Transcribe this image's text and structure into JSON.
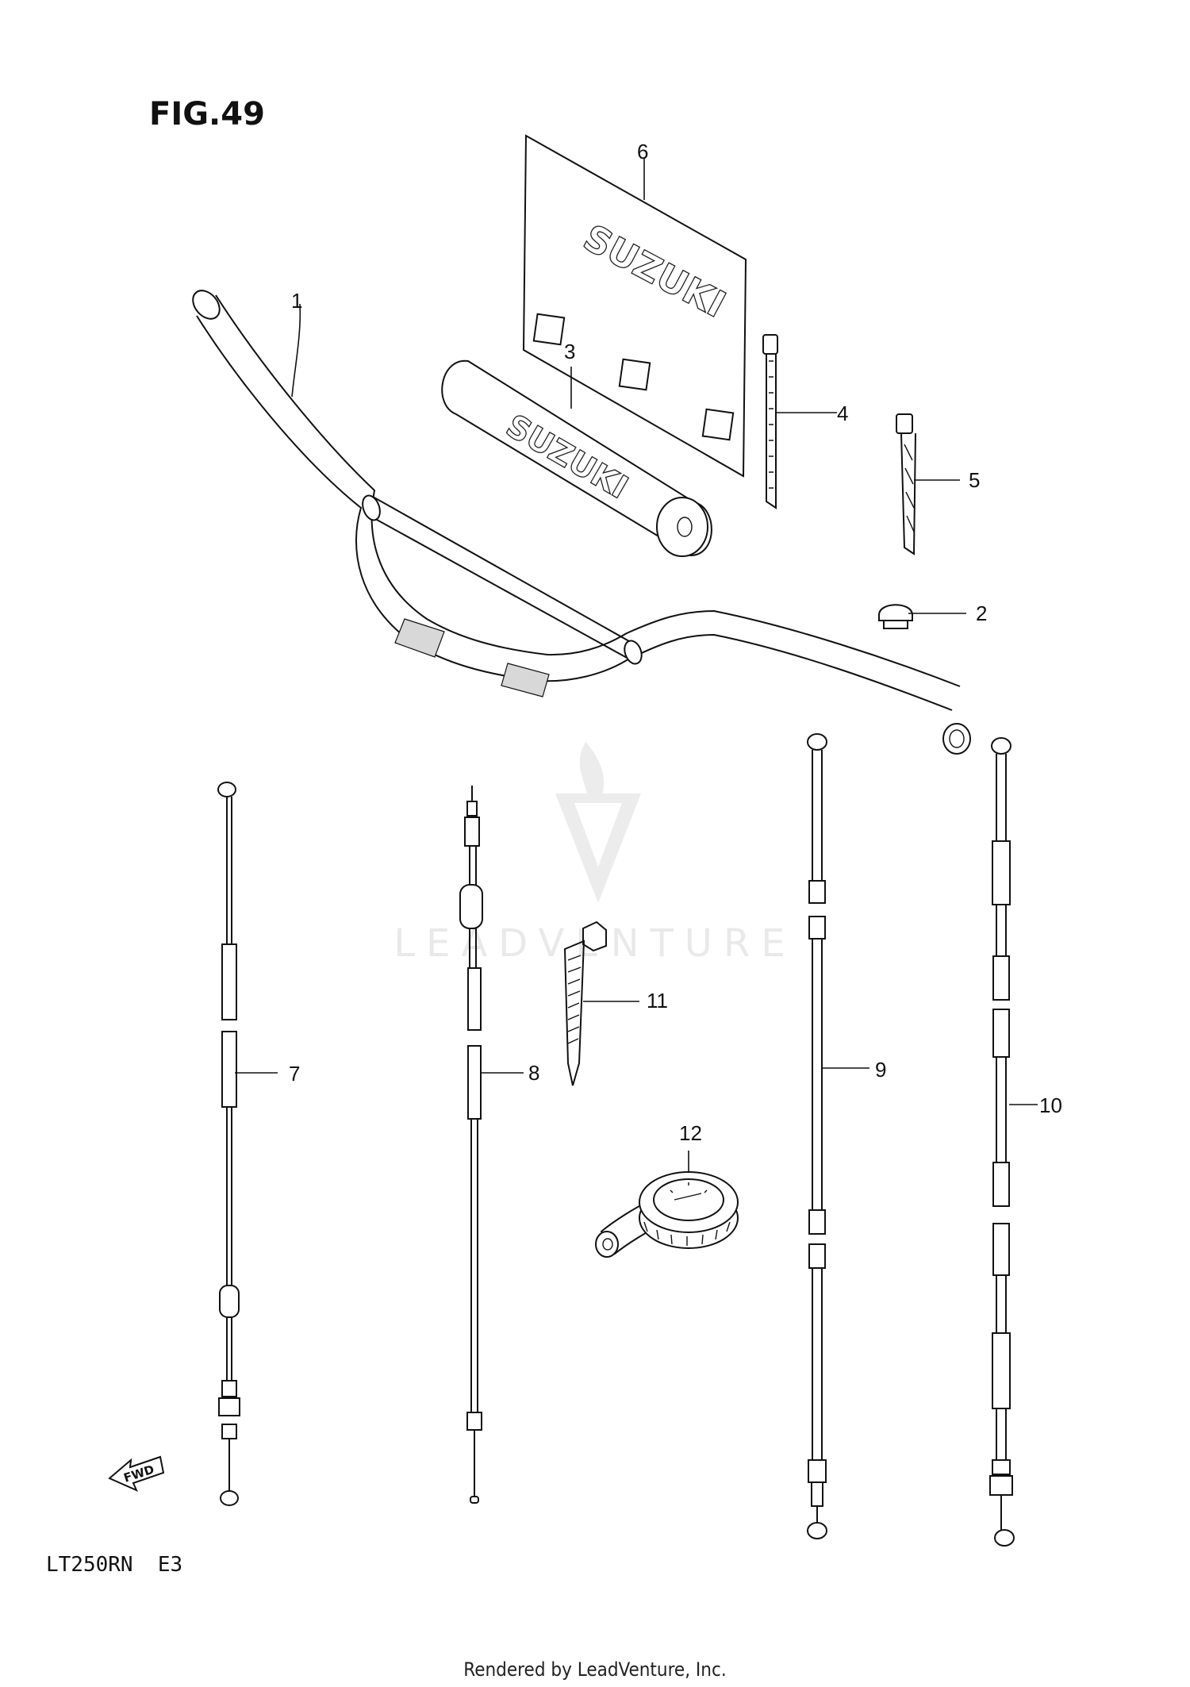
{
  "figure": {
    "title": "FIG.49",
    "model_code": "LT250RN  E3",
    "footer": "Rendered by LeadVenture, Inc.",
    "watermark": "LEADVENTURE",
    "fwd_label": "FWD"
  },
  "decal_text": "SUZUKI",
  "pad_text": "SUZUKI",
  "callouts": [
    {
      "id": "1",
      "label": "1"
    },
    {
      "id": "2",
      "label": "2"
    },
    {
      "id": "3",
      "label": "3"
    },
    {
      "id": "4",
      "label": "4"
    },
    {
      "id": "5",
      "label": "5"
    },
    {
      "id": "6",
      "label": "6"
    },
    {
      "id": "7",
      "label": "7"
    },
    {
      "id": "8",
      "label": "8"
    },
    {
      "id": "9",
      "label": "9"
    },
    {
      "id": "10",
      "label": "10"
    },
    {
      "id": "11",
      "label": "11"
    },
    {
      "id": "12",
      "label": "12"
    }
  ],
  "colors": {
    "line": "#111111",
    "background": "#ffffff",
    "watermark": "#e9e9e9"
  },
  "icons": [
    "fwd-arrow-icon",
    "leadventure-logo-icon"
  ]
}
